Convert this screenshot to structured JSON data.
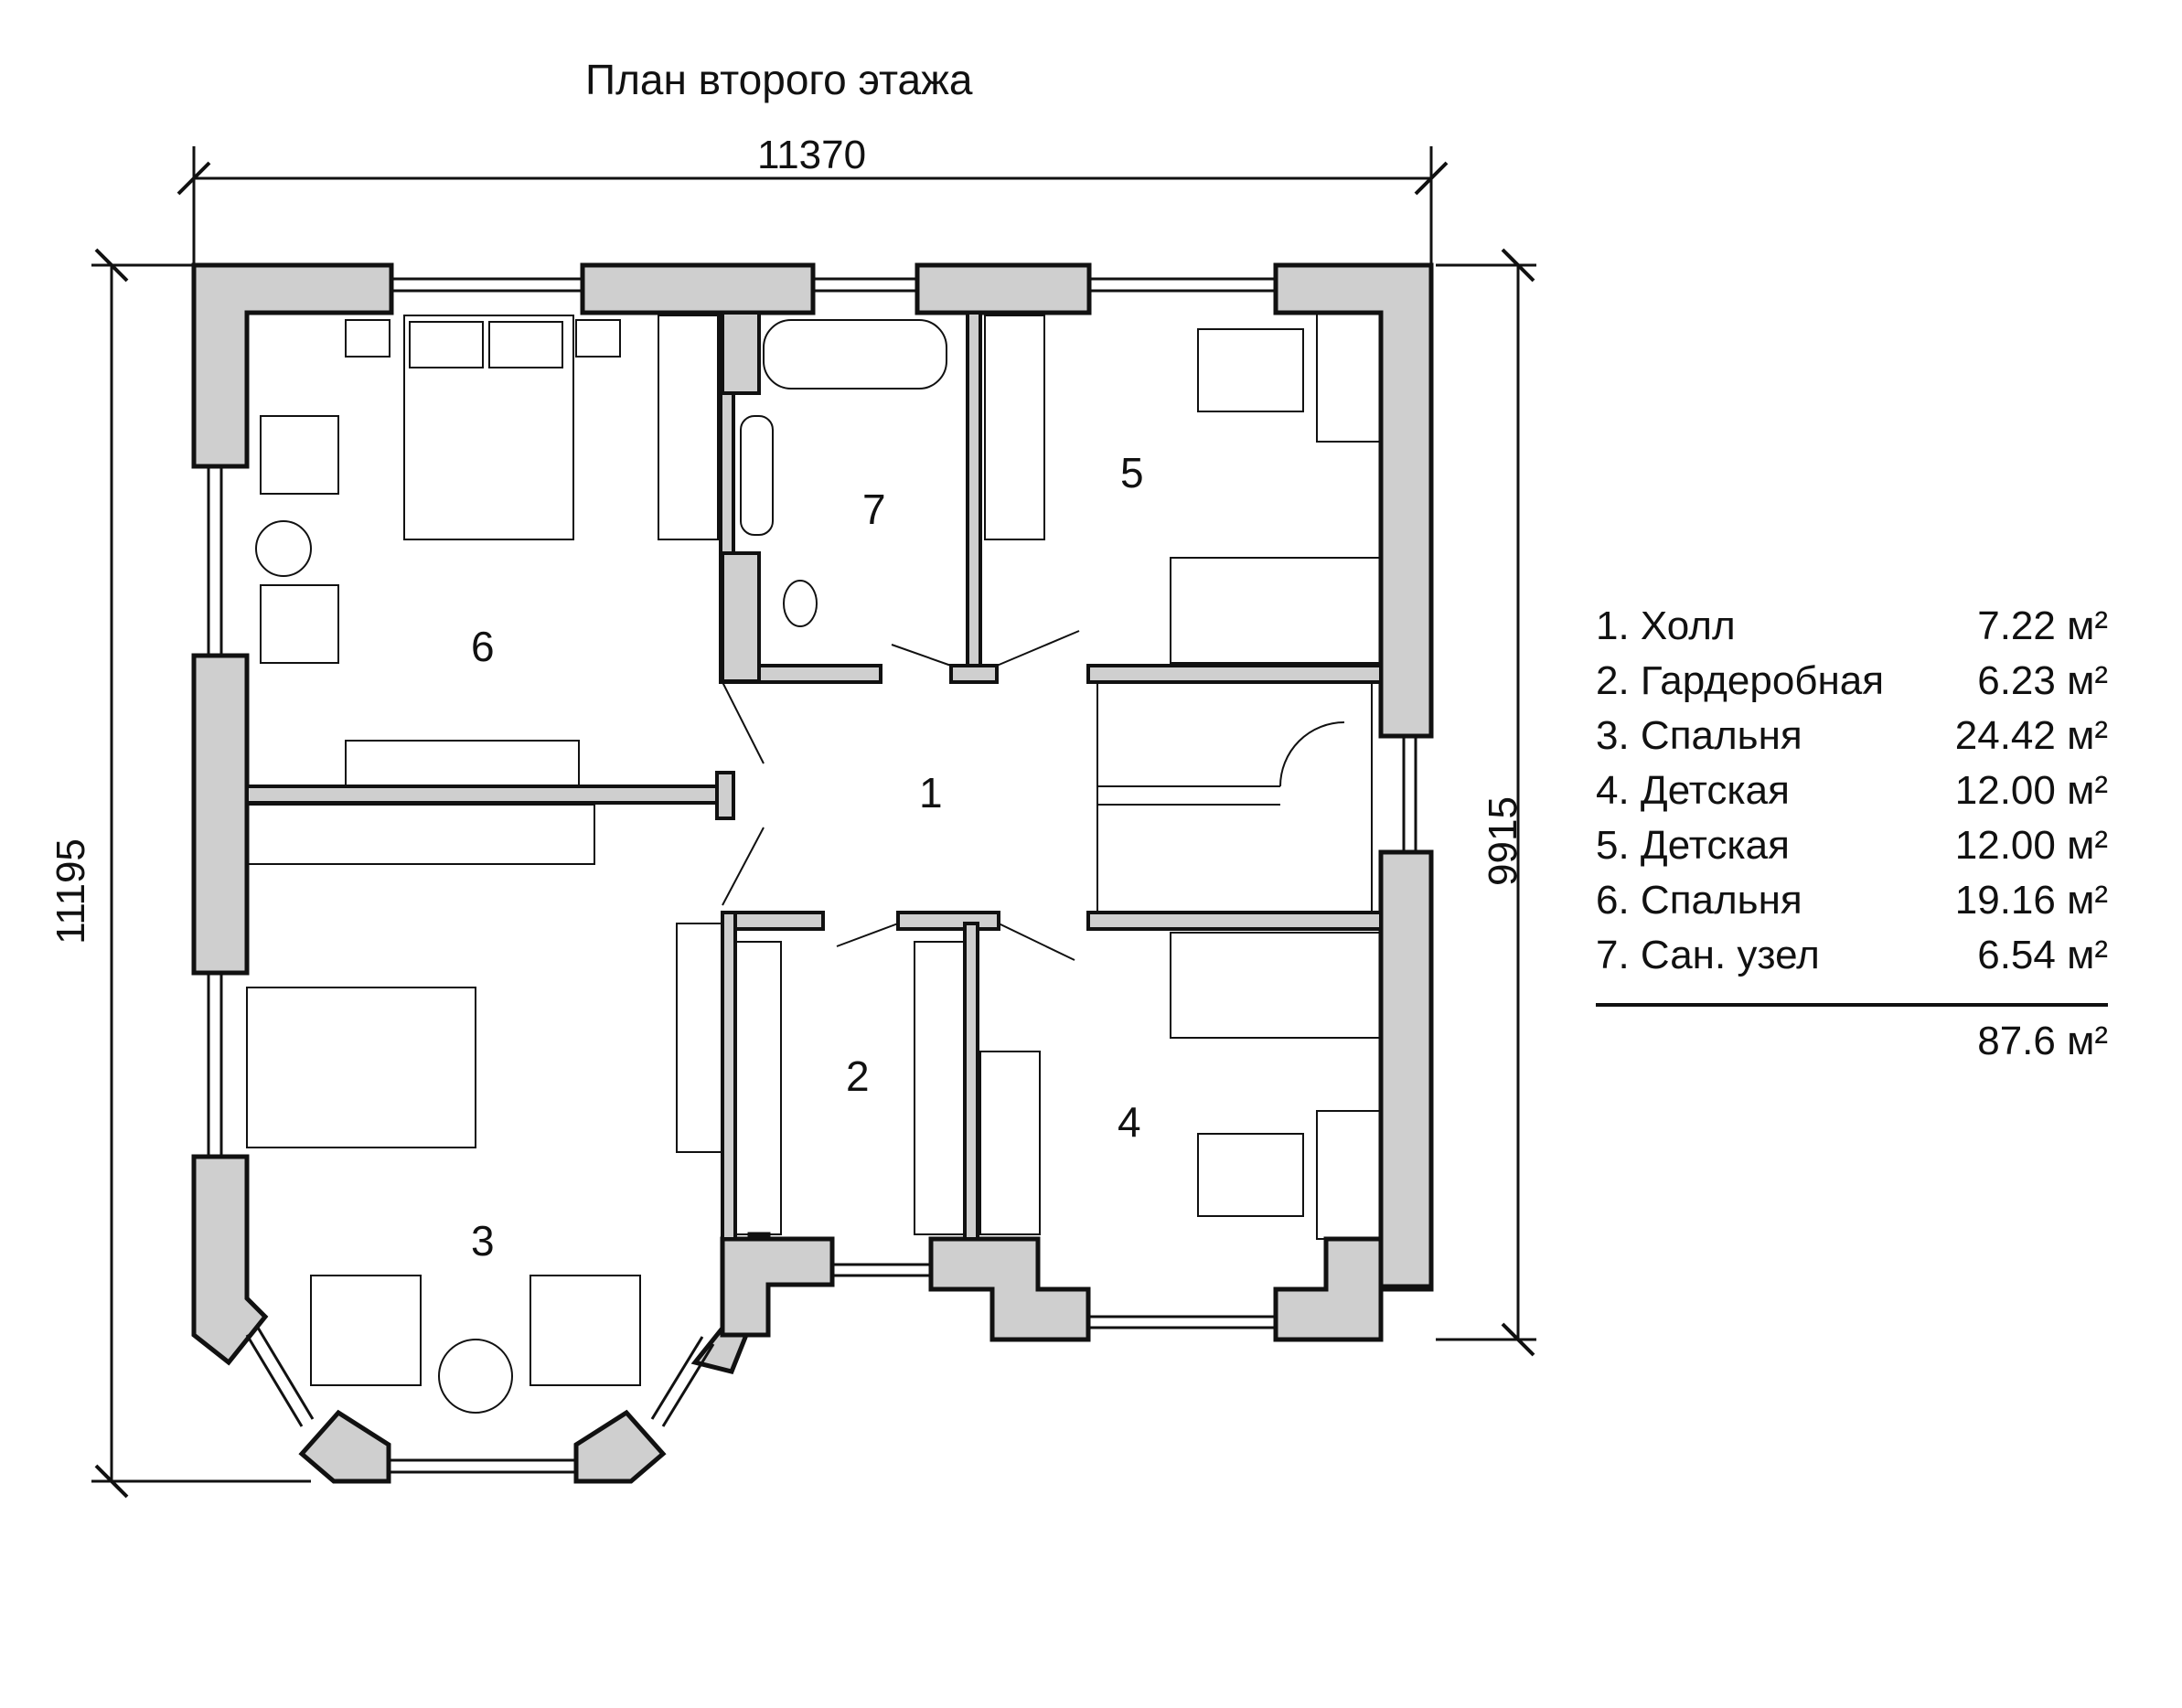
{
  "title": "План второго этажа",
  "dimensions": {
    "top": "11370",
    "left": "11195",
    "right": "9915"
  },
  "room_labels": [
    "1",
    "2",
    "3",
    "4",
    "5",
    "6",
    "7"
  ],
  "legend": [
    {
      "name": "1. Холл",
      "area": "7.22 м²"
    },
    {
      "name": "2. Гардеробная",
      "area": "6.23 м²"
    },
    {
      "name": "3. Спальня",
      "area": "24.42 м²"
    },
    {
      "name": "4. Детская",
      "area": "12.00 м²"
    },
    {
      "name": "5. Детская",
      "area": "12.00 м²"
    },
    {
      "name": "6. Спальня",
      "area": "19.16 м²"
    },
    {
      "name": "7. Сан. узел",
      "area": "6.54 м²"
    }
  ],
  "total": "87.6 м²",
  "colors": {
    "wall_fill": "#cfcfcf",
    "line": "#111111",
    "background": "#ffffff"
  }
}
